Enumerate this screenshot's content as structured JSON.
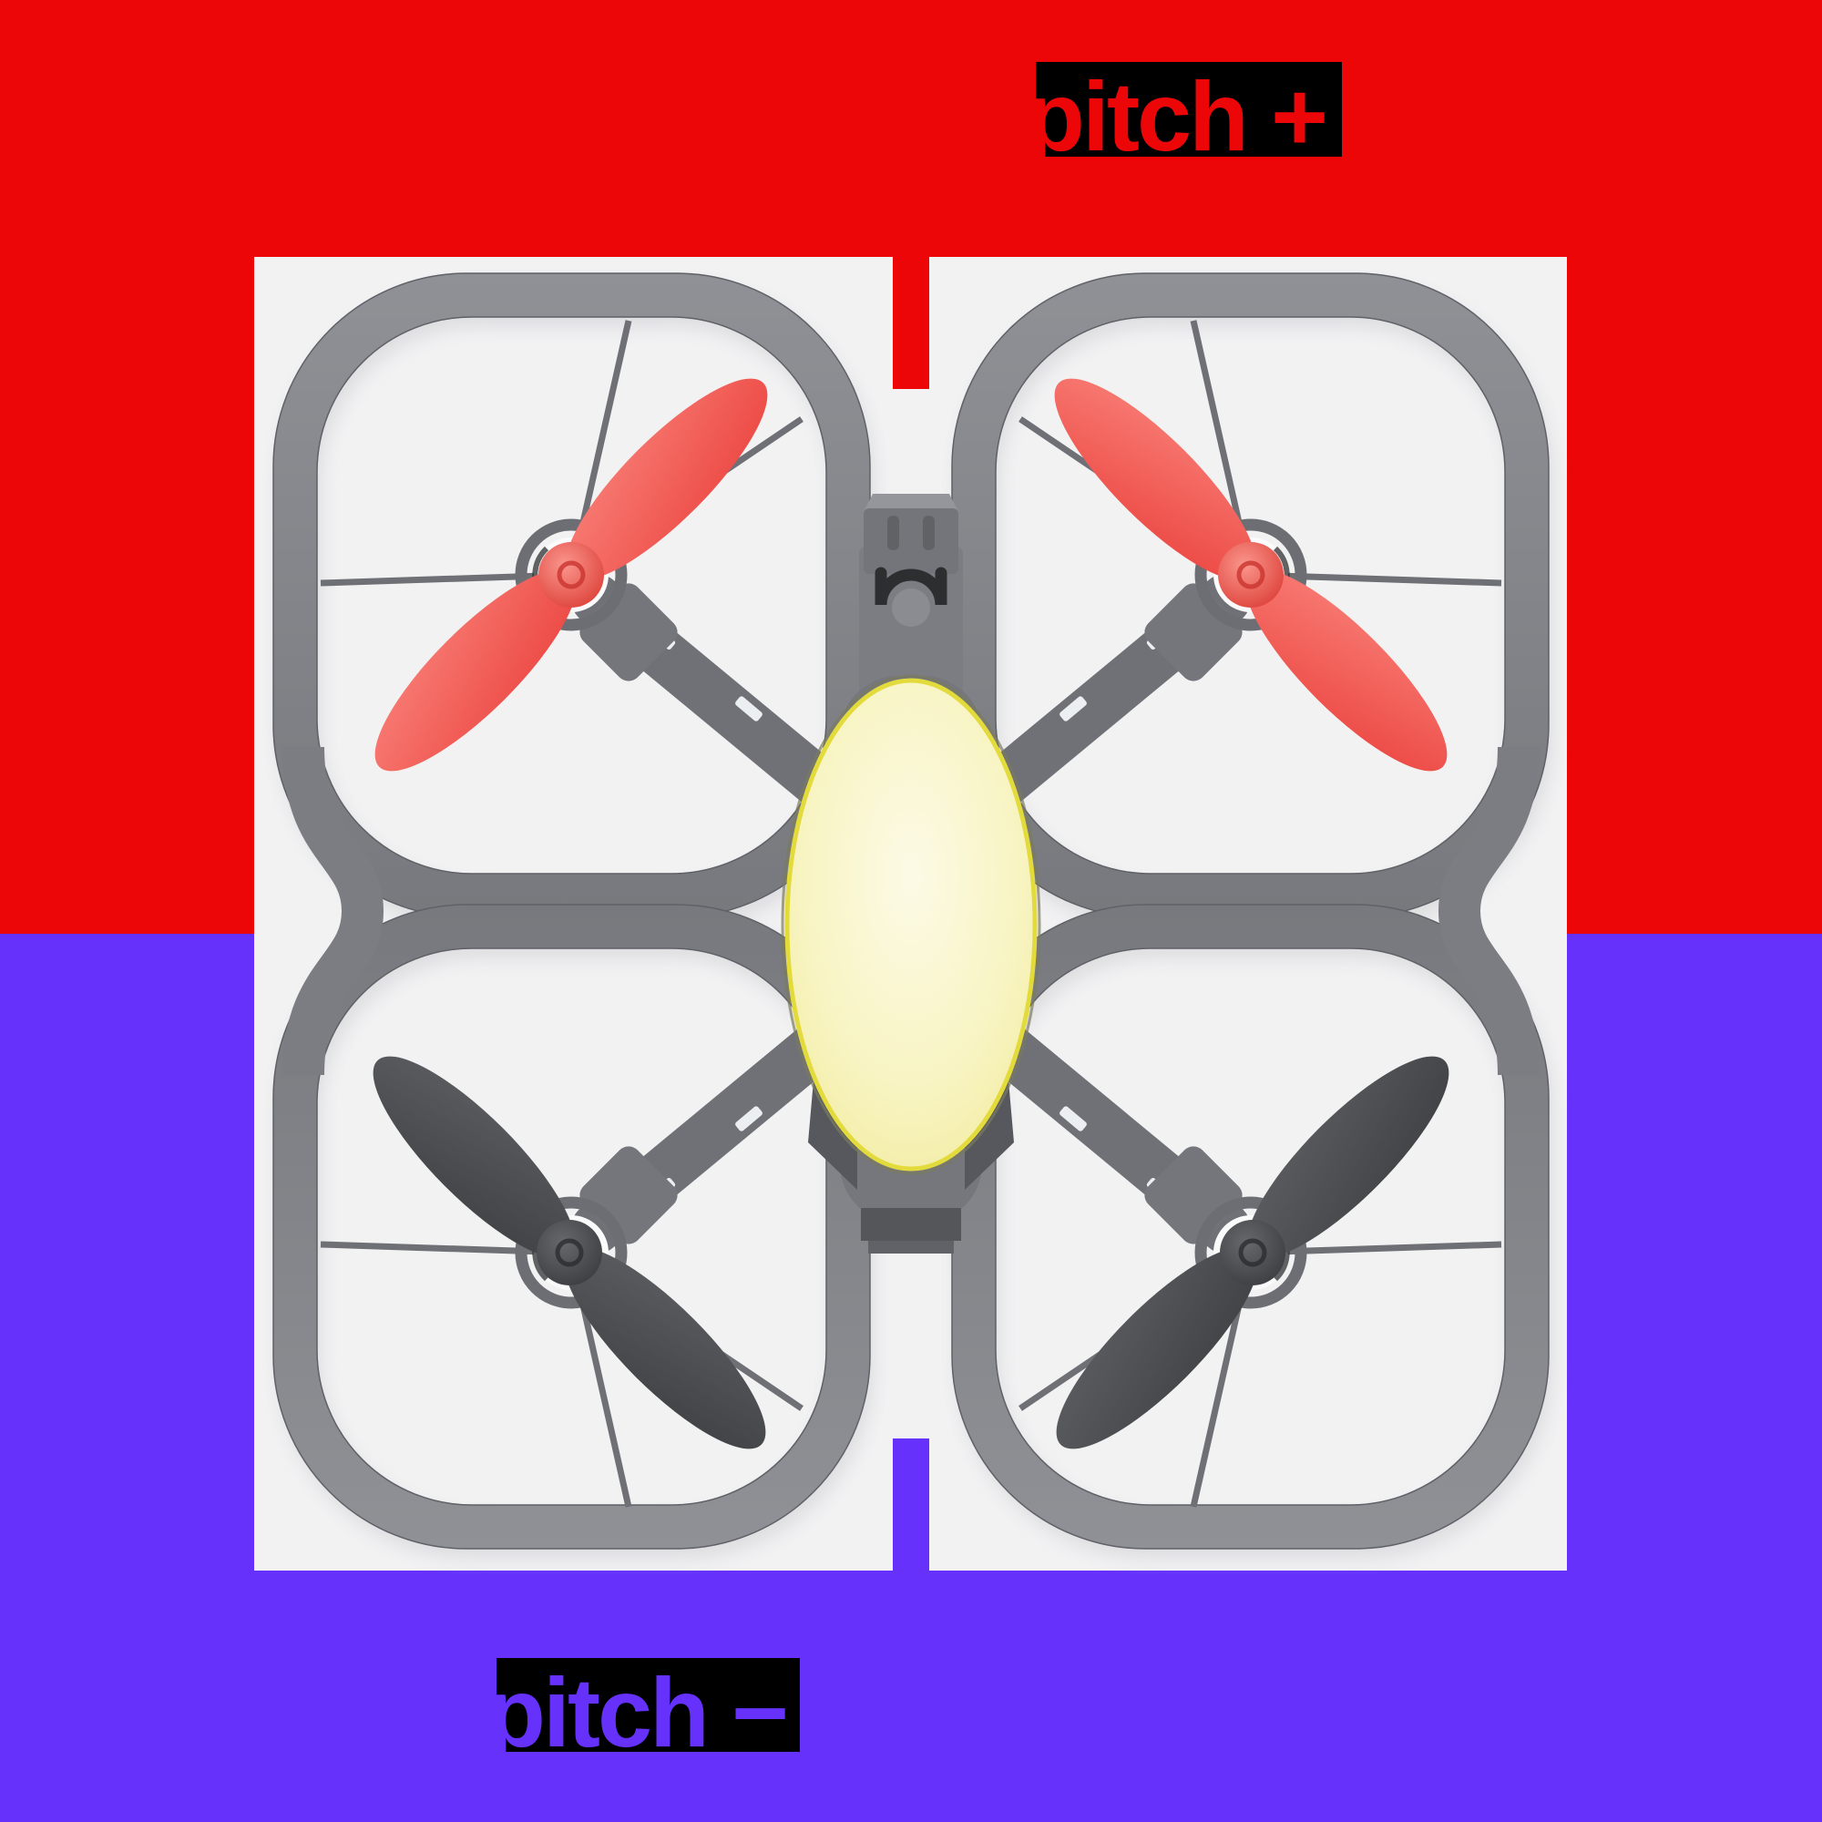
{
  "labels": {
    "pitch_plus": "pitch +",
    "pitch_minus": "pitch −"
  },
  "colors": {
    "bg-top": "#ec0608",
    "bg-bottom": "#6531fb",
    "label-chip": "#000000",
    "photo-bg": "#f2f2f3",
    "frame-gray": "#797b80",
    "front-prop": "#f2554e",
    "rear-prop": "#48494b",
    "canopy-yellow": "#f8f5cf",
    "canopy-rim": "#e2db3b"
  },
  "illustration": {
    "name": "drone-quadcopter-top-view",
    "front_propeller_color_name": "red",
    "rear_propeller_color_name": "dark-gray"
  }
}
